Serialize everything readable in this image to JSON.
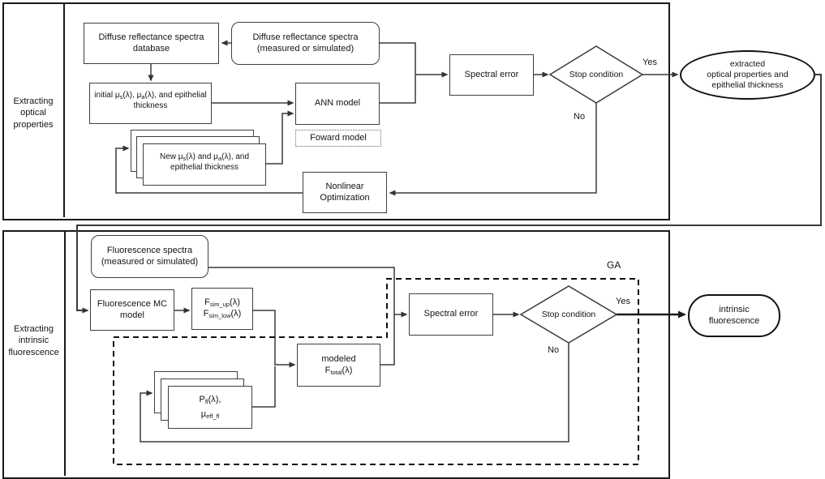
{
  "colors": {
    "background": "#ffffff",
    "line": "#3a3a3a",
    "container_border": "#1a1a1a",
    "box_border": "#3f3f3f"
  },
  "sections": {
    "optical": {
      "label_lines": [
        "Extracting",
        "optical",
        "properties"
      ]
    },
    "fluorescence": {
      "label_lines": [
        "Extracting",
        "intrinsic",
        "fluorescence"
      ]
    }
  },
  "optical_flow": {
    "database_box": {
      "line1": "Diffuse reflectance spectra",
      "line2": "database"
    },
    "measured_box": {
      "line1": "Diffuse reflectance spectra",
      "line2": "(measured or simulated)"
    },
    "initial_box": {
      "p1": "initial μ",
      "sub1": "s",
      "p2": "(λ), μ",
      "sub2": "a",
      "p3": "(λ), and epithelial thickness"
    },
    "new_stack": {
      "p1": "New μ",
      "sub1": "s",
      "p2": "(λ) and μ",
      "sub2": "a",
      "p3": "(λ), and epithelial thickness"
    },
    "ann_box": "ANN model",
    "forward_box": "Foward model",
    "spectral_error_box": "Spectral error",
    "stop_diamond": "Stop condition",
    "yes_label": "Yes",
    "no_label": "No",
    "nonlinear_box": {
      "line1": "Nonlinear",
      "line2": "Optimization"
    },
    "output_ellipse": {
      "line1": "extracted",
      "line2": "optical properties and",
      "line3": "epithelial thickness"
    }
  },
  "fluorescence_flow": {
    "spectra_box": {
      "line1": "Fluorescence spectra",
      "line2": "(measured or simulated)"
    },
    "mc_box": {
      "line1": "Fluorescence MC",
      "line2": "model"
    },
    "fsim_box": {
      "b1": "F",
      "s1": "sim_up",
      "r1": "(λ)",
      "b2": "F",
      "s2": "sim_low",
      "r2": "(λ)"
    },
    "pfl_stack": {
      "b1": "P",
      "s1": "fl",
      "r1": "(λ),",
      "b2": "μ",
      "s2": "eff_fl"
    },
    "ftotal_box": {
      "line1": "modeled",
      "b2": "F",
      "s2": "total",
      "r2": "(λ)"
    },
    "spectral_error_box": "Spectral error",
    "stop_diamond": "Stop condition",
    "yes_label": "Yes",
    "no_label": "No",
    "ga_label": "GA",
    "output_stadium": {
      "line1": "intrinsic",
      "line2": "fluorescence"
    }
  }
}
